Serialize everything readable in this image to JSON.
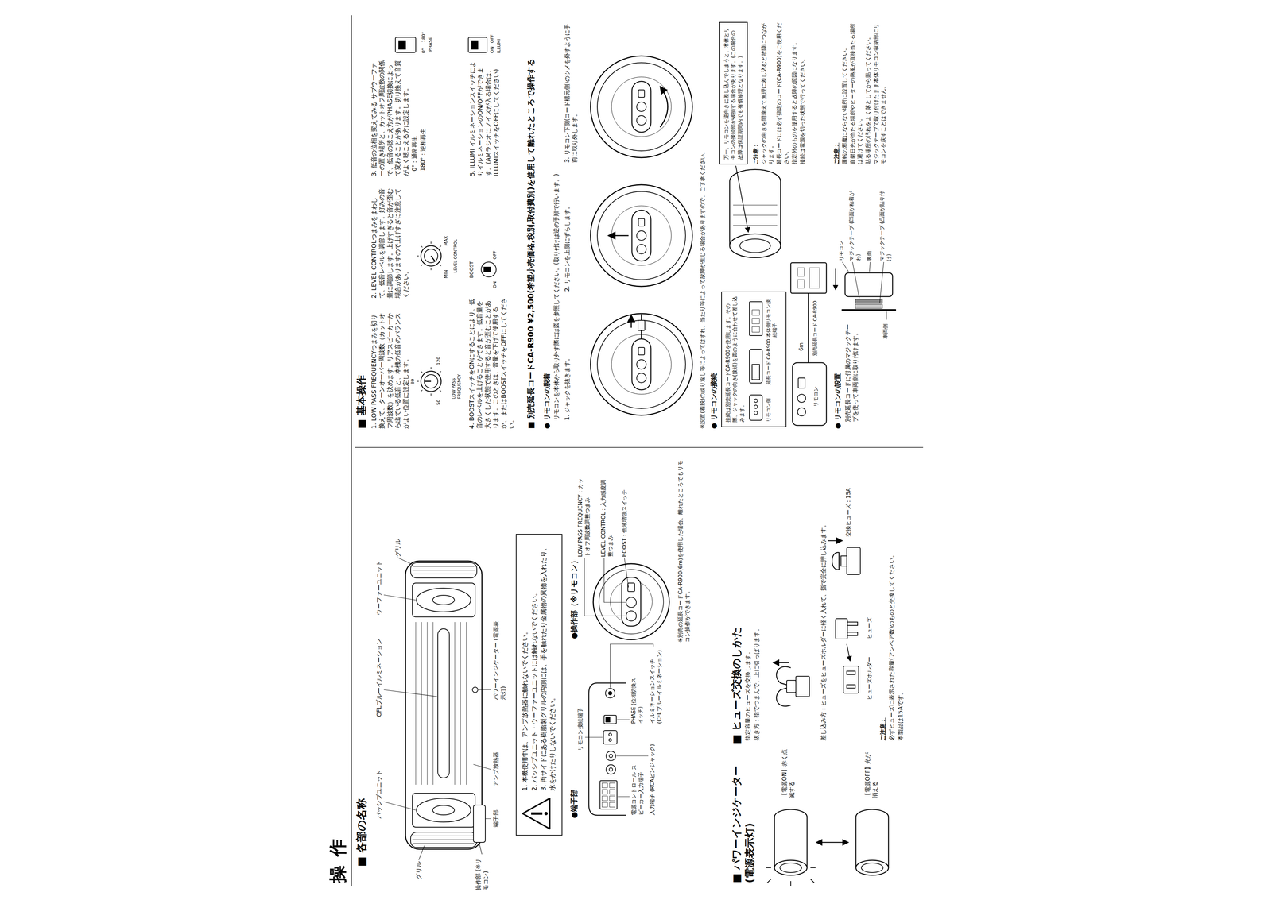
{
  "diagram": {
    "title": "操作",
    "nodes": [
      {
        "text": [
          "1. 本機使用中は、アンプ放熱器に触れないでください。",
          "2. パッシブユニット・ウーファーユニットには触れないでください。",
          "3. 両サイドにある樹脂製グリルの内側には、手を触れたり金属物の異物を入れたり、水をかけたりしないでください。"
        ]
      },
      {
        "text": [
          "接続は別売延長コードCA-R900を使用します。その際、ジャックの向き(接続)を図のように合わせて差し込みます。"
        ]
      },
      {
        "text": [
          "万一、リモコンを逆向きに差し込んでしまうと、本体とリモコンの接続部が破損する場合があります。(この場合の故障は保証期間内でも有償修理となります。)"
        ]
      }
    ],
    "labels": [
      "■ 各部の名称",
      "グリル",
      "操作部 (※リモコン)",
      "端子部",
      "アンプ放熱器",
      "パッシブユニット",
      "CFLブルーイルミネーション",
      "パワーインジケーター (電源表示灯)",
      "ウーファーユニット",
      "グリル",
      "●端子部",
      "リモコン接続端子",
      "電源コントロール スピーカー入力端子",
      "入力端子 (RCAピンジャック)",
      "PHASE (位相切換スイッチ)",
      "イルミネーションスイッチ (CFLブルーイルミネーション)",
      "●操作部（※リモコン）",
      "LOW PASS FREQUENCY : カットオフ周波数調整つまみ",
      "LEVEL CONTROL : 入力感度調整つまみ",
      "BOOST : 低域増強スイッチ",
      "※別売の延長コードCA-R900(6m)を使用した場合、離れたところでもリモコン操作ができます。",
      "■ パワーインジケーター (電源表示灯)",
      "【電源ON】赤く点滅する",
      "【電源OFF】光が消える",
      "■ ヒューズ交換のしかた",
      "指定容量のヒューズを交換します。",
      "抜き方：指でつまんで、上に引っぱります。",
      "差し込み方：ヒューズをヒューズホルダーに軽く入れて、指で完全に押し込みます。",
      "ヒューズ",
      "ヒューズホルダー",
      "交換ヒューズ：15A",
      "ご注意：",
      "必ずヒューズに表示された容量(アンペア数)のものと交換してください。",
      "本製品は15Aです。",
      "■ 基本操作",
      "1. LOW PASS FREQUENCYつまみを切り換えて、ターンオーバー周波数（カットオフ周波数）を決めます。リアスピーカーから出ている低音と、本機の低音のバランスがよい位置に設定します。",
      "50",
      "80",
      "120",
      "LOW PASS FREQUENCY",
      "2. LEVEL CONTROLつまみをまわして、低音レベルを調節します。好みの音量に調節します。上げすぎると音が歪む場合がありますので上げすぎに注意してください。",
      "MIN",
      "MAX",
      "LEVEL CONTROL",
      "3. 低音の位相を変えてみる サブウーファーの置き場所と、カットオフ周波数の関係で、低音の聴こえ方がPHASE切換によって変わることがあります。切り換えて音質がよく聴こえる方に設定します。",
      "0°：通常再生",
      "180°：逆相再生",
      "0°",
      "180°",
      "PHASE",
      "4. BOOSTスイッチをONにすることにより、低音のレベルを上げることができます。低音量を大きくした状態で使用すると音が歪むことがあります。このときは、音量を下げて使用するか、またはBOOSTスイッチをOFFにしてください。",
      "BOOST",
      "ON",
      "OFF",
      "5. ILLUMI イルミネーションスイッチによりイルミネーションのON/OFFができます。(AMラジオにノイズが入る場合は、ILLUMIスイッチをOFFにしてください)",
      "ON",
      "OFF",
      "ILLUMI",
      "■ 別売延長コードCA-R900 ¥2,500(希望小売価格,税別,取付費別)を使用して離れたところで操作する",
      "● リモコンの脱着",
      "リモコンを本体から取り外す際には図を参照してください。(取り付けは逆の手順で行います。)",
      "1. ジャックを抜きます。",
      "2. リモコンを上側にずらします。",
      "3. リモコン下側(コード構元側)のツメを外すように手前に取り外します。",
      "※設置(着脱)の繰り返し等によってはずれ、当たり等によって故障が生じる場合がありますので、ご了承ください。",
      "● リモコンの接続",
      "リモコン側",
      "延長コード CA-R900",
      "本体側リモコン接続端子",
      "リモコン",
      "6m",
      "別売延長コード CA-R900",
      "ご注意：",
      "ジャックの向きを間違えて無理に差し込むと故障につながります。",
      "延長コードには必ず指定のコード(CA-R900)をご使用ください。",
      "指定外のものを使用すると故障の原因になります。",
      "接続は電源を切った状態で行ってください。",
      "● リモコンの設置",
      "別売延長コードに付属のマジックテープを使って車両側に取り付けます。",
      "リモコン",
      "マジックテープ (凹面が粘着がわ)",
      "裏面",
      "車両側",
      "マジックテープ (凸面が貼り付け)",
      "ご注意：",
      "運転の邪魔にならない場所に設置してください。",
      "直射日光が当たる場所やヒーターの熱風が直接当たる場所は避けてください。",
      "貼る場所の汚れをよく落としてから貼ってください。",
      "マジックテープで取り付けたまま本体リモコン収納部にリモコンを戻すことはできません。"
    ]
  }
}
